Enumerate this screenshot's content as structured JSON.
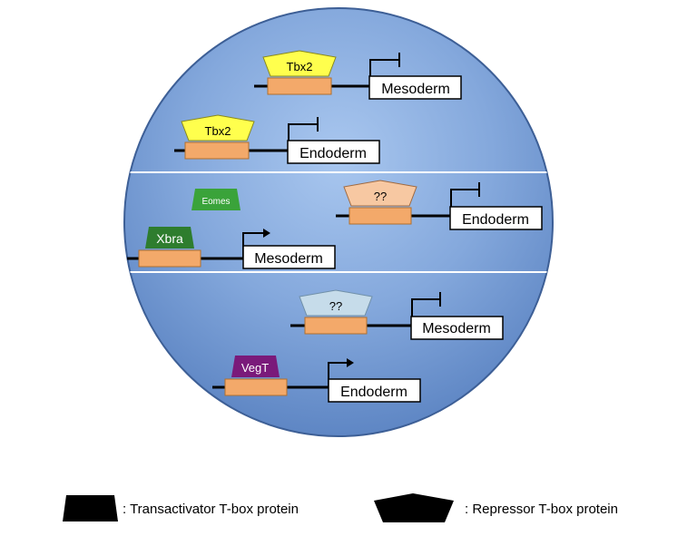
{
  "regions": {
    "top": {
      "genes": [
        {
          "protein": "Tbx2",
          "target": "Mesoderm"
        },
        {
          "protein": "Tbx2",
          "target": "Endoderm"
        }
      ]
    },
    "middle": {
      "free_protein": "Eomes",
      "genes": [
        {
          "protein": "??",
          "target": "Endoderm"
        },
        {
          "protein": "Xbra",
          "target": "Mesoderm"
        }
      ]
    },
    "bottom": {
      "genes": [
        {
          "protein": "??",
          "target": "Mesoderm"
        },
        {
          "protein": "VegT",
          "target": "Endoderm"
        }
      ]
    }
  },
  "legend": {
    "transactivator": ": Transactivator T-box protein",
    "repressor": ": Repressor T-box protein"
  },
  "colors": {
    "tbx2": "#ffff4d",
    "eomes": "#3aa33a",
    "xbra": "#2e7d2e",
    "unknown_top": "#f7c8a2",
    "unknown_bottom": "#c6dcea",
    "vegt": "#7a1a7a",
    "box": "#f3a96a"
  }
}
